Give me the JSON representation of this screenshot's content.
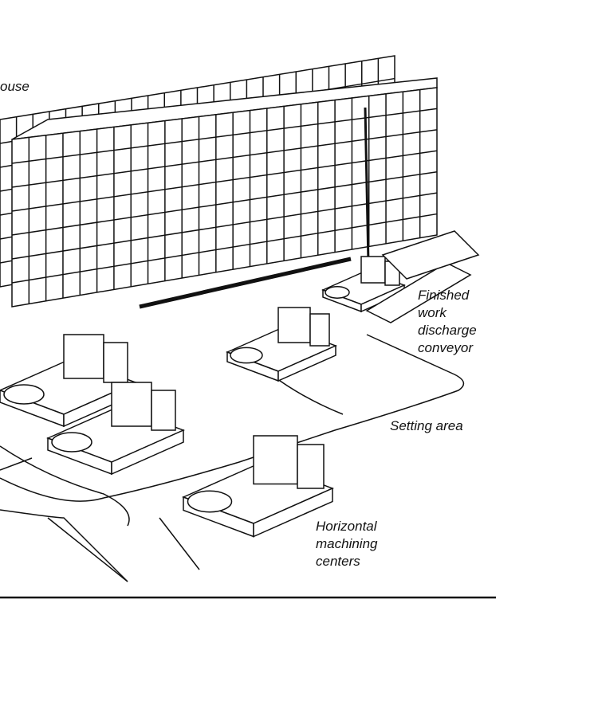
{
  "labels": {
    "warehouse": "ouse",
    "conveyor": "Finished\nwork\ndischarge\nconveyor",
    "setting_area": "Setting area",
    "machining_centers": "Horizontal\nmachining\ncenters"
  },
  "colors": {
    "ink": "#111111",
    "background": "#ffffff"
  }
}
